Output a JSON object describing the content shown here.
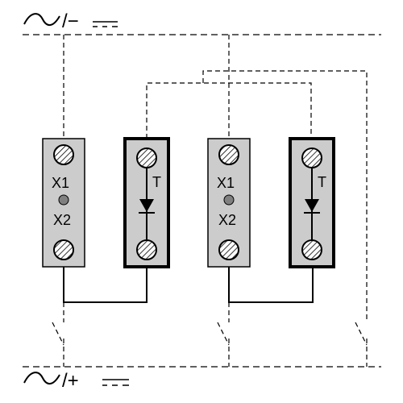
{
  "supply": {
    "top_symbol": "/−",
    "bottom_symbol": "/+"
  },
  "modules": [
    {
      "kind": "indicator",
      "terminal_top": "X1",
      "terminal_bottom": "X2"
    },
    {
      "kind": "diode",
      "label": "T"
    },
    {
      "kind": "indicator",
      "terminal_top": "X1",
      "terminal_bottom": "X2"
    },
    {
      "kind": "diode",
      "label": "T"
    }
  ],
  "colors": {
    "module_fill": "#cccccc",
    "led_fill": "#808080",
    "line": "#000000"
  }
}
